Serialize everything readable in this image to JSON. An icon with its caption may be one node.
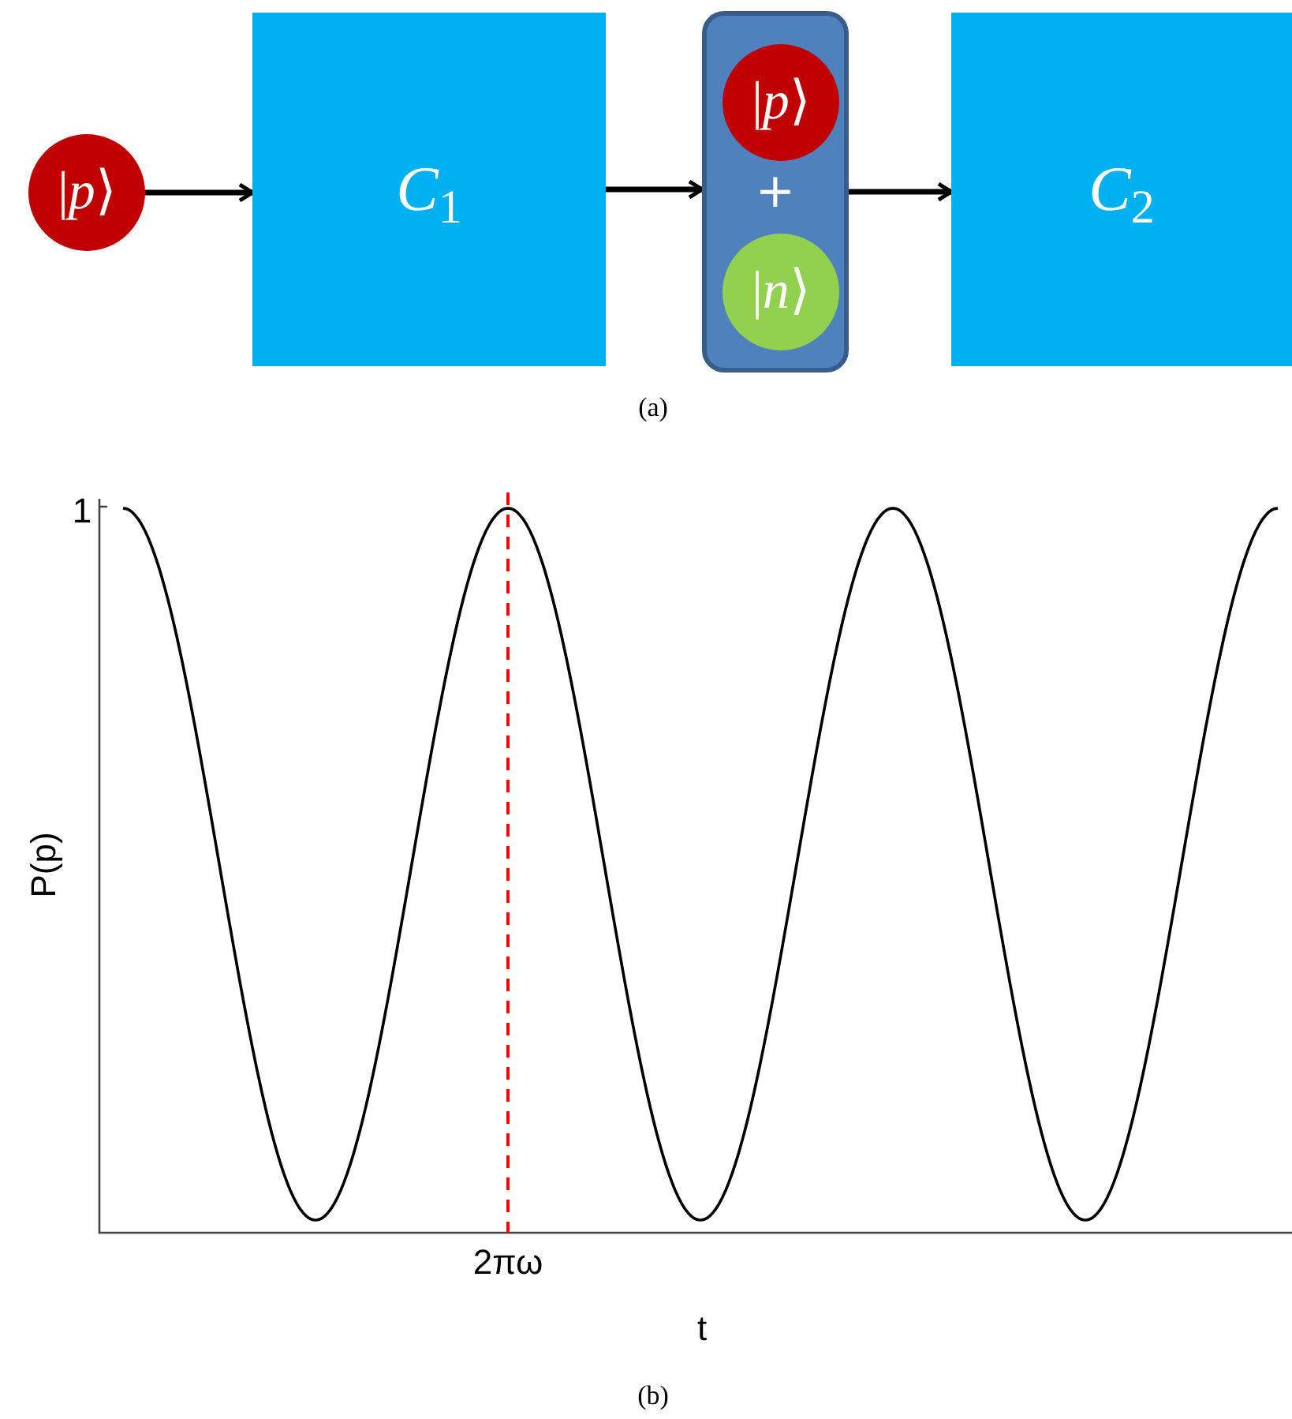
{
  "diagram": {
    "nodes": [
      {
        "text": [
          "|*p*⟩"
        ]
      },
      {
        "text": [
          "*C*$_{1}$"
        ]
      },
      {
        "text": [
          "+"
        ]
      },
      {
        "text": [
          "|*p*⟩"
        ],
        "in": 2
      },
      {
        "text": [
          "|*n*⟩"
        ],
        "in": 2
      },
      {
        "text": [
          "*C*$_{2}$"
        ]
      }
    ],
    "edges": [
      {
        "from": 0,
        "to": 1,
        "arrow": "to"
      },
      {
        "from": 1,
        "to": 2,
        "arrow": "to"
      },
      {
        "from": 2,
        "to": 5,
        "arrow": "to"
      }
    ],
    "labels": [
      "(a)",
      "1",
      "P(p)",
      "2πω",
      "t",
      "(b)"
    ]
  }
}
